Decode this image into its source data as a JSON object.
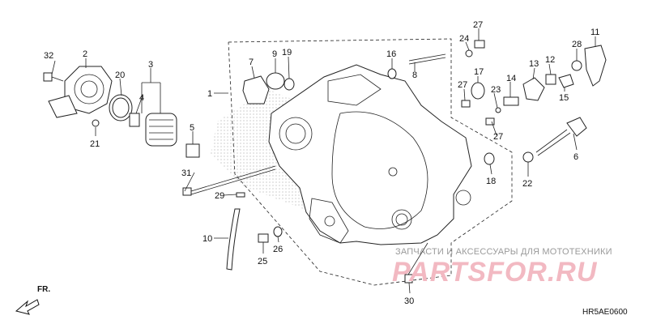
{
  "watermark": {
    "tagline": "ЗАПЧАСТИ И АКСЕССУАРЫ ДЛЯ МОТОТЕХНИКИ",
    "brand": "PARTSFOR.RU",
    "color": "#f2b9c2"
  },
  "diagram_code": "HR5AE0600",
  "direction_label": "FR.",
  "callouts": [
    {
      "id": "32",
      "label": "32"
    },
    {
      "id": "2",
      "label": "2"
    },
    {
      "id": "20",
      "label": "20"
    },
    {
      "id": "3",
      "label": "3"
    },
    {
      "id": "4",
      "label": "4"
    },
    {
      "id": "21",
      "label": "21"
    },
    {
      "id": "5",
      "label": "5"
    },
    {
      "id": "31",
      "label": "31"
    },
    {
      "id": "29",
      "label": "29"
    },
    {
      "id": "10",
      "label": "10"
    },
    {
      "id": "1",
      "label": "1"
    },
    {
      "id": "7",
      "label": "7"
    },
    {
      "id": "9",
      "label": "9"
    },
    {
      "id": "19",
      "label": "19"
    },
    {
      "id": "16",
      "label": "16"
    },
    {
      "id": "8",
      "label": "8"
    },
    {
      "id": "24",
      "label": "24"
    },
    {
      "id": "27a",
      "label": "27"
    },
    {
      "id": "27b",
      "label": "27"
    },
    {
      "id": "27c",
      "label": "27"
    },
    {
      "id": "17",
      "label": "17"
    },
    {
      "id": "23",
      "label": "23"
    },
    {
      "id": "14",
      "label": "14"
    },
    {
      "id": "13",
      "label": "13"
    },
    {
      "id": "12",
      "label": "12"
    },
    {
      "id": "28",
      "label": "28"
    },
    {
      "id": "11",
      "label": "11"
    },
    {
      "id": "15",
      "label": "15"
    },
    {
      "id": "6",
      "label": "6"
    },
    {
      "id": "18",
      "label": "18"
    },
    {
      "id": "22",
      "label": "22"
    },
    {
      "id": "25",
      "label": "25"
    },
    {
      "id": "26",
      "label": "26"
    },
    {
      "id": "30",
      "label": "30"
    }
  ]
}
